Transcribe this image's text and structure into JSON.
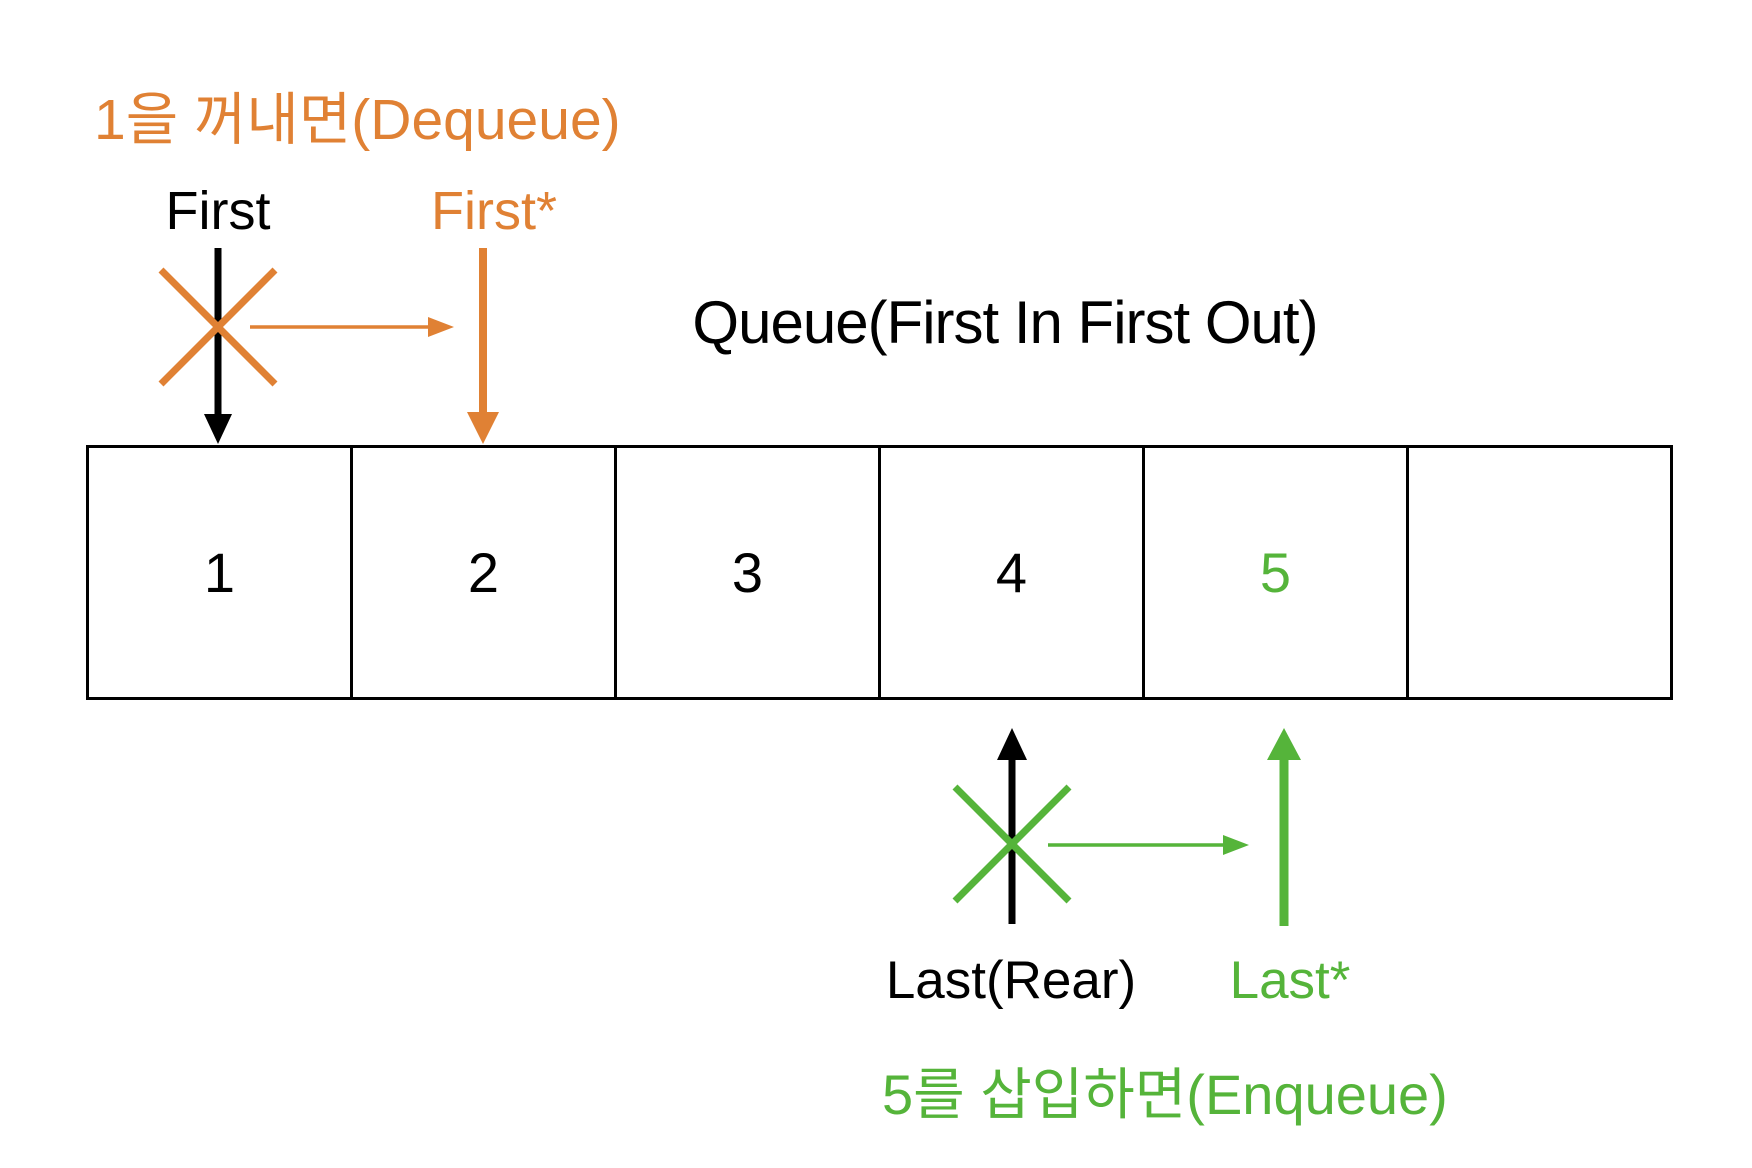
{
  "colors": {
    "orange": "#E08134",
    "green": "#55B43A",
    "black": "#000000"
  },
  "annotations": {
    "dequeue_label": "1을 꺼내면(Dequeue)",
    "first_label": "First",
    "first_new_label": "First*",
    "title": "Queue(First In First Out)",
    "last_label": "Last(Rear)",
    "last_new_label": "Last*",
    "enqueue_label": "5를 삽입하면(Enqueue)"
  },
  "queue": {
    "cells": [
      {
        "value": "1",
        "color": "black"
      },
      {
        "value": "2",
        "color": "black"
      },
      {
        "value": "3",
        "color": "black"
      },
      {
        "value": "4",
        "color": "black"
      },
      {
        "value": "5",
        "color": "green"
      },
      {
        "value": "",
        "color": "black"
      }
    ]
  }
}
